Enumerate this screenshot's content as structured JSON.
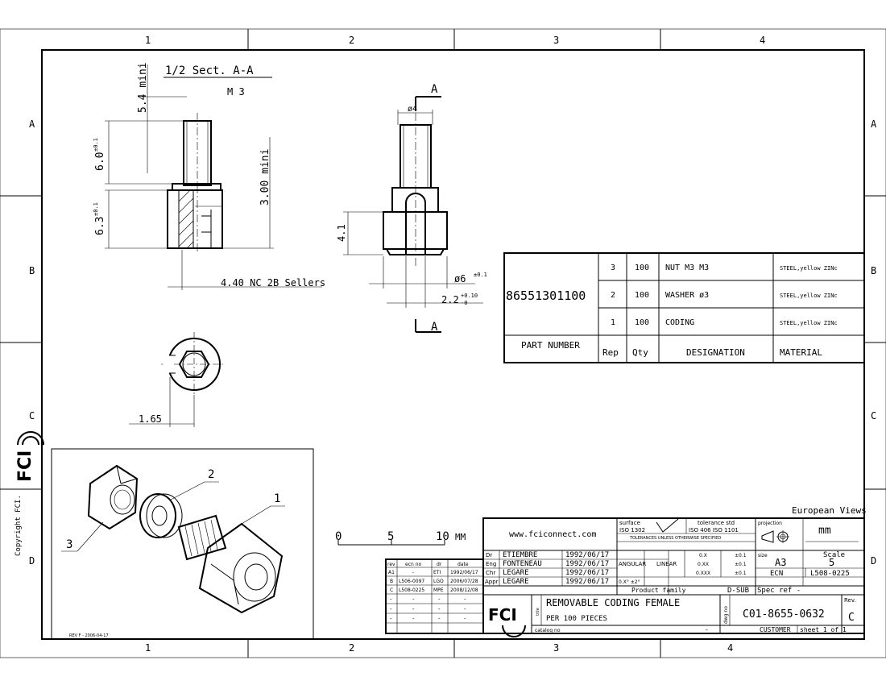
{
  "zones": {
    "cols_top": [
      "1",
      "2",
      "3",
      "4"
    ],
    "cols_bottom": [
      "1",
      "2",
      "3",
      "4"
    ],
    "rows_left": [
      "A",
      "B",
      "C",
      "D"
    ],
    "rows_right": [
      "A",
      "B",
      "C",
      "D"
    ]
  },
  "side": {
    "copyright": "Copyright FCI.",
    "logo": "FCI",
    "rev_note": "REV F - 2006-04-17"
  },
  "section_view": {
    "title": "1/2 Sect. A-A",
    "dim_top": "5.4 mini",
    "dim_thread": "M 3",
    "dim_h1": "6.0",
    "dim_h1_tol": "±0.1",
    "dim_h2": "6.3",
    "dim_h2_tol": "±0.1",
    "dim_mini": "3.00 mini",
    "dim_thread_label": "4.40 NC 2B Sellers"
  },
  "front_view": {
    "section_mark": "A",
    "dim_dia": "ø4",
    "dim_height": "4.1",
    "dim_od": "ø6",
    "dim_od_tol": "±0.1",
    "dim_slot": "2.2",
    "dim_slot_tol_plus": "+0.10",
    "dim_slot_tol_minus": "-0"
  },
  "bottom_view": {
    "dim": "1.65"
  },
  "parts_list": {
    "part_number": "86551301100",
    "rows": [
      {
        "rep": "3",
        "qty": "100",
        "designation": "NUT M3  M3",
        "material": "STEEL,yellow ZINc"
      },
      {
        "rep": "2",
        "qty": "100",
        "designation": "WASHER ø3",
        "material": "STEEL,yellow ZINc"
      },
      {
        "rep": "1",
        "qty": "100",
        "designation": "CODING",
        "material": "STEEL,yellow ZINc"
      }
    ],
    "headers": {
      "part_number": "PART NUMBER",
      "rep": "Rep",
      "qty": "Qty",
      "designation": "DESIGNATION",
      "material": "MATERIAL"
    }
  },
  "exploded": {
    "callouts": [
      "1",
      "2",
      "3"
    ]
  },
  "scale_bar": {
    "labels": [
      "0",
      "5",
      "10"
    ],
    "unit": "MM"
  },
  "revisions": {
    "headers": [
      "rev",
      "ecn no",
      "dr",
      "date"
    ],
    "rows": [
      [
        "A1",
        "-",
        "ETI",
        "1992/06/17"
      ],
      [
        "B",
        "L506-0097",
        "LGO",
        "2006/07/28"
      ],
      [
        "C",
        "L508-0225",
        "MPE",
        "2008/12/08"
      ],
      [
        "-",
        "-",
        "-",
        "-"
      ],
      [
        "-",
        "-",
        "-",
        "-"
      ],
      [
        "-",
        "-",
        "-",
        "-"
      ]
    ]
  },
  "title_block": {
    "website": "www.fciconnect.com",
    "surface_label": "surface",
    "surface_std": "ISO 1302",
    "tol_label": "tolerance std",
    "tol_std": "ISO 406  ISO 1101",
    "tol_unless": "TOLERANCES UNLESS OTHERWISE SPECIFIED",
    "projection_label": "projection",
    "units": "mm",
    "views": "European Views",
    "people": [
      {
        "role": "Dr",
        "name": "ETIEMBRE",
        "date": "1992/06/17"
      },
      {
        "role": "Eng",
        "name": "FONTENEAU",
        "date": "1992/06/17"
      },
      {
        "role": "Chr",
        "name": "LEGARE",
        "date": "1992/06/17"
      },
      {
        "role": "Appr",
        "name": "LEGARE",
        "date": "1992/06/17"
      }
    ],
    "angular": "ANGULAR",
    "angular_val": "0.X°  ±2°",
    "linear": "LINEAR",
    "linear_rows": [
      [
        "0.X",
        "±0.1"
      ],
      [
        "0.XX",
        "±0.1"
      ],
      [
        "0.XXX",
        "±0.1"
      ]
    ],
    "size_label": "size",
    "size": "A3",
    "scale_label": "Scale",
    "scale": "5",
    "ecn_label": "ECN",
    "ecn": "L508-0225",
    "product_family_label": "Product family",
    "product_family": "D-SUB",
    "spec_ref": "Spec ref  -",
    "title_label": "title",
    "title1": "REMOVABLE CODING FEMALE",
    "title2": "PER 100 PIECES",
    "catalog_label": "catalog no",
    "catalog": "-",
    "dwg_label": "dwg no",
    "dwg_no": "C01-8655-0632",
    "rev_label": "Rev.",
    "rev": "C",
    "customer": "CUSTOMER",
    "sheet": "sheet 1 of 1"
  }
}
